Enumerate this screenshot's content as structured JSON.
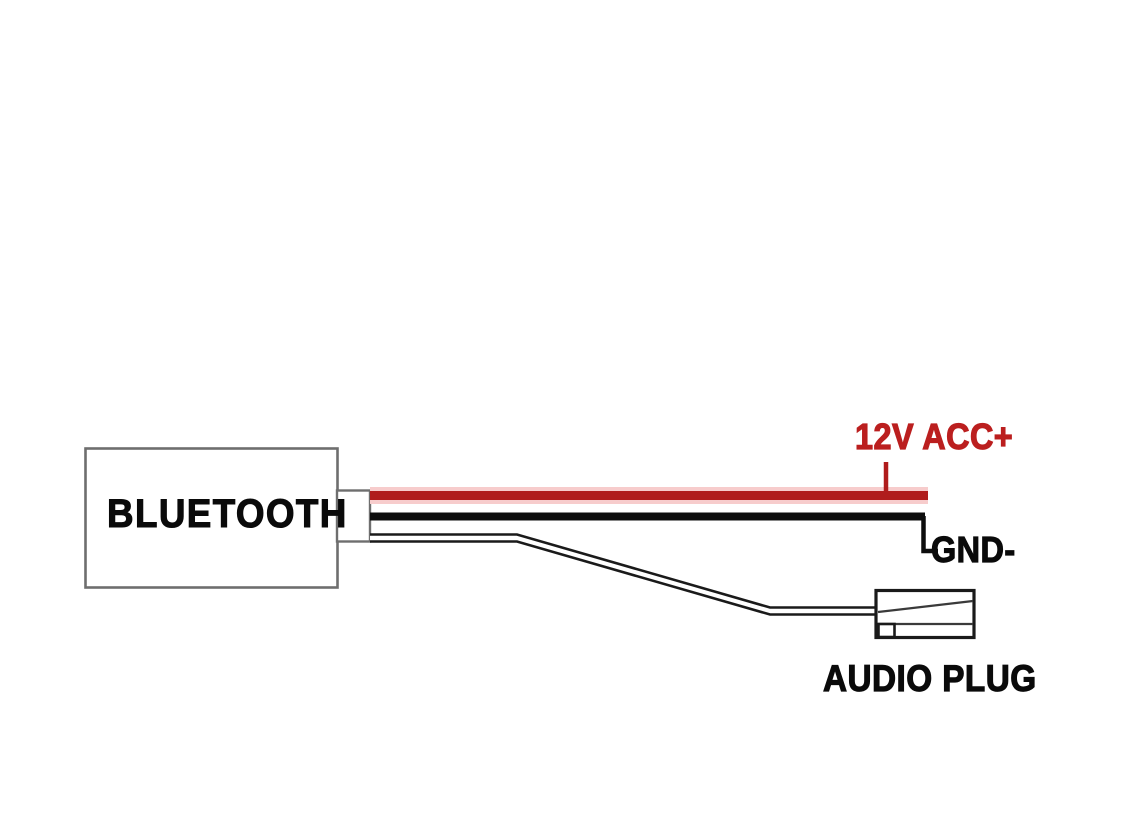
{
  "diagram": {
    "title": "Bluetooth module wiring diagram",
    "background_color": "#ffffff",
    "module": {
      "label": "BLUETOOTH",
      "body_fill": "#ffffff",
      "body_stroke": "#6e6e6e",
      "connector_label": "connector-tab",
      "connector_fill": "#ffffff",
      "connector_stroke": "#6e6e6e"
    },
    "wires": [
      {
        "name": "power-wire",
        "label": "12V ACC+",
        "color": "#b01c1c",
        "highlight_color": "#f4b9b9",
        "description": "red wire to switched 12 volt accessory positive"
      },
      {
        "name": "ground-wire",
        "label": "GND-",
        "color": "#0d0d0d",
        "description": "black wire to chassis ground negative"
      },
      {
        "name": "audio-cable",
        "label": "AUDIO PLUG",
        "color": "#1a1a1a",
        "fill": "#ffffff",
        "description": "shielded audio cable terminating in a 3.5 mm audio plug"
      }
    ],
    "plug": {
      "name": "audio-plug",
      "label": "AUDIO PLUG",
      "fill": "#ffffff",
      "stroke": "#1a1a1a"
    },
    "leaders": [
      {
        "name": "power-leader-line",
        "color": "#b01c1c"
      },
      {
        "name": "ground-leader-line",
        "color": "#0d0d0d"
      }
    ]
  }
}
